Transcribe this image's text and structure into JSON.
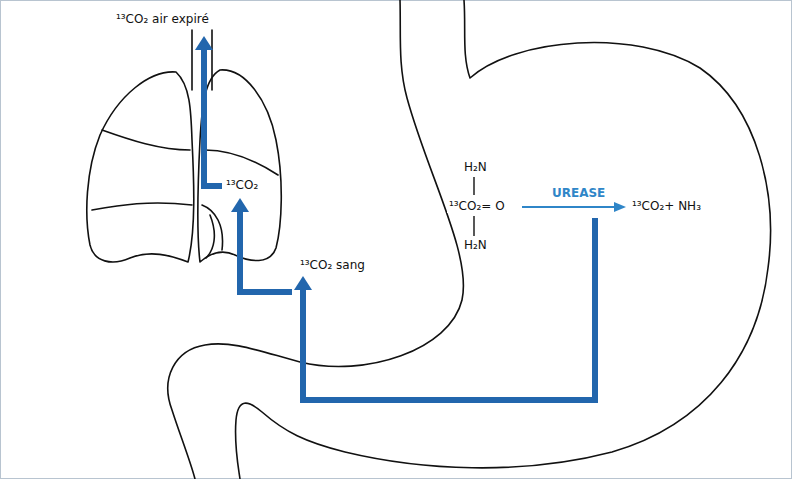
{
  "diagram": {
    "labels": [
      "¹³CO₂ air expiré",
      "¹³CO₂",
      "¹³CO₂ sang",
      "H₂N",
      "¹³CO₂= O",
      "H₂N",
      "UREASE",
      "¹³CO₂+ NH₃"
    ]
  }
}
